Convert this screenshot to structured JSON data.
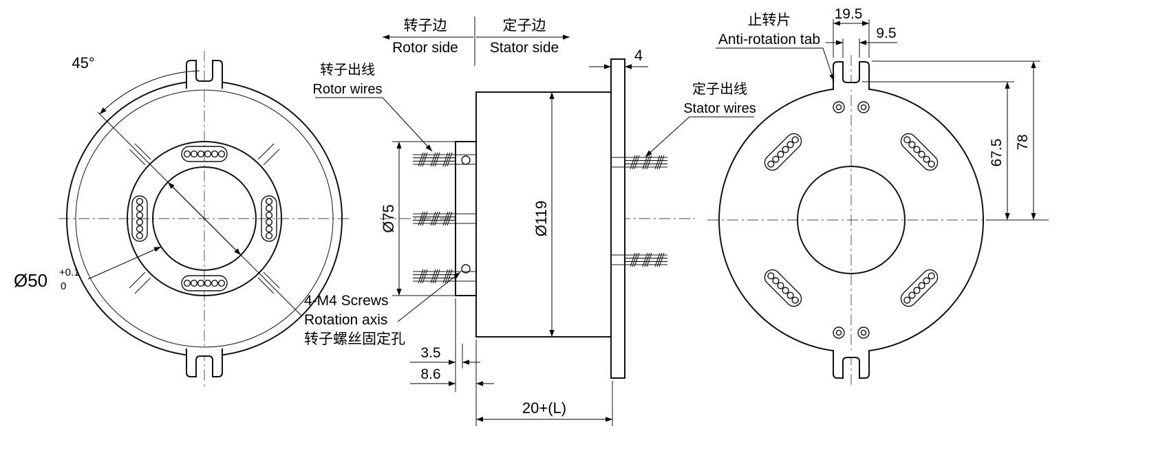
{
  "left_view": {
    "angle": "45°",
    "bore": "Ø50",
    "bore_tol_top": "+0.1",
    "bore_tol_bottom": "0"
  },
  "section_view": {
    "rotor_side_zh": "转子边",
    "rotor_side_en": "Rotor side",
    "stator_side_zh": "定子边",
    "stator_side_en": "Stator side",
    "rotor_wires_zh": "转子出线",
    "rotor_wires_en": "Rotor wires",
    "stator_wires_zh": "定子出线",
    "stator_wires_en": "Stator wires",
    "screws_en1": "4-M4 Screws",
    "screws_en2": "Rotation axis",
    "screws_zh": "转子螺丝固定孔",
    "dim_rotor_flange_od": "Ø75",
    "dim_body_od": "Ø119",
    "dim_flange_thickness": "4",
    "dim_3_5": "3.5",
    "dim_8_6": "8.6",
    "dim_length": "20+(L)"
  },
  "right_view": {
    "tab_zh": "止转片",
    "tab_en": "Anti-rotation tab",
    "dim_tab_width": "19.5",
    "dim_slot_width": "9.5",
    "dim_67_5": "67.5",
    "dim_78": "78"
  }
}
